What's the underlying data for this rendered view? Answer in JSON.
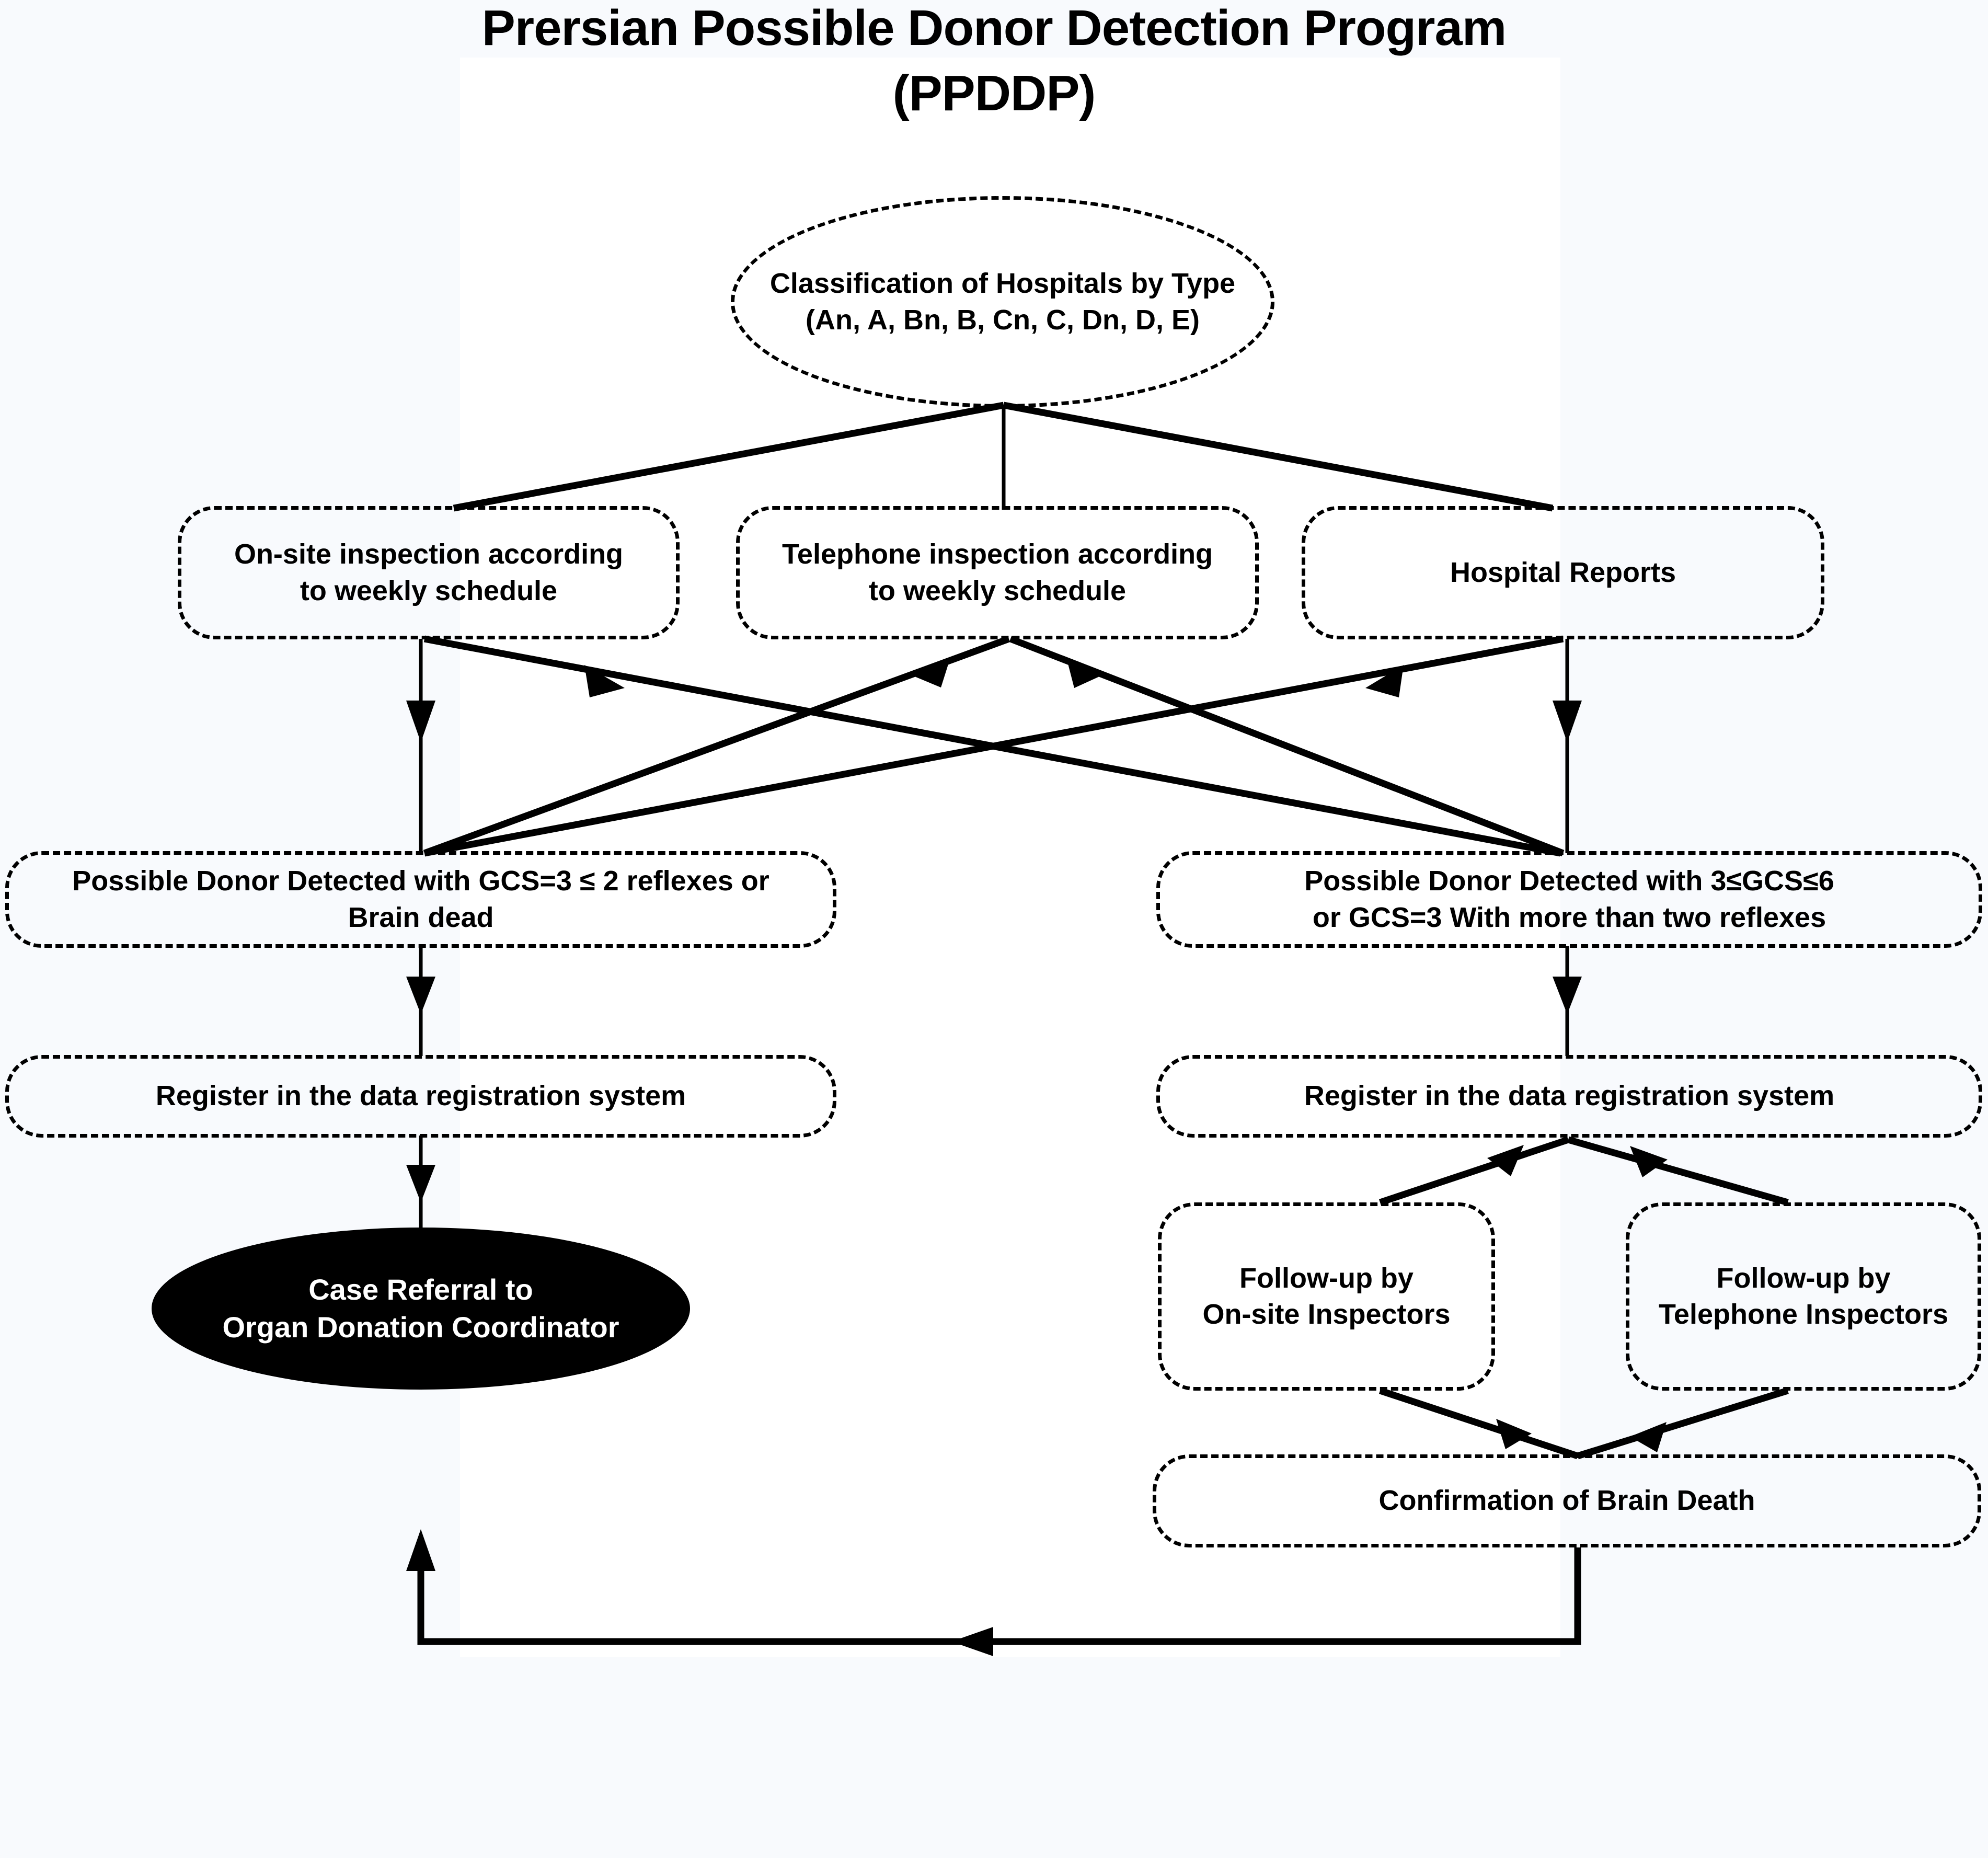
{
  "title": {
    "line1": "Prersian Possible Donor Detection Program",
    "line2": "(PPDDP)"
  },
  "nodes": {
    "classification": {
      "line1": "Classification of Hospitals by Type",
      "line2": "(An, A, Bn, B, Cn, C, Dn, D, E)"
    },
    "onsite_inspection": {
      "line1": "On-site inspection according",
      "line2": "to weekly schedule"
    },
    "telephone_inspection": {
      "line1": "Telephone  inspection  according",
      "line2": "to weekly schedule"
    },
    "hospital_reports": {
      "line1": "Hospital Reports"
    },
    "donor_left": {
      "line1": "Possible Donor Detected with GCS=3 ≤ 2 reflexes or",
      "line2": "Brain dead"
    },
    "donor_right": {
      "line1": "Possible Donor Detected with 3≤GCS≤6",
      "line2": "or GCS=3 With more than two reflexes"
    },
    "register_left": {
      "line1": "Register in the data registration system"
    },
    "register_right": {
      "line1": "Register in the data registration system"
    },
    "case_referral": {
      "line1": "Case Referral  to",
      "line2": "Organ Donation Coordinator"
    },
    "followup_onsite": {
      "line1": "Follow-up by",
      "line2": "On-site Inspectors"
    },
    "followup_telephone": {
      "line1": "Follow-up by",
      "line2": "Telephone Inspectors"
    },
    "confirmation": {
      "line1": "Confirmation of Brain Death"
    }
  },
  "colors": {
    "background": "#f8fafd",
    "stroke": "#000000",
    "filled_node_bg": "#000000",
    "filled_node_text": "#ffffff"
  }
}
